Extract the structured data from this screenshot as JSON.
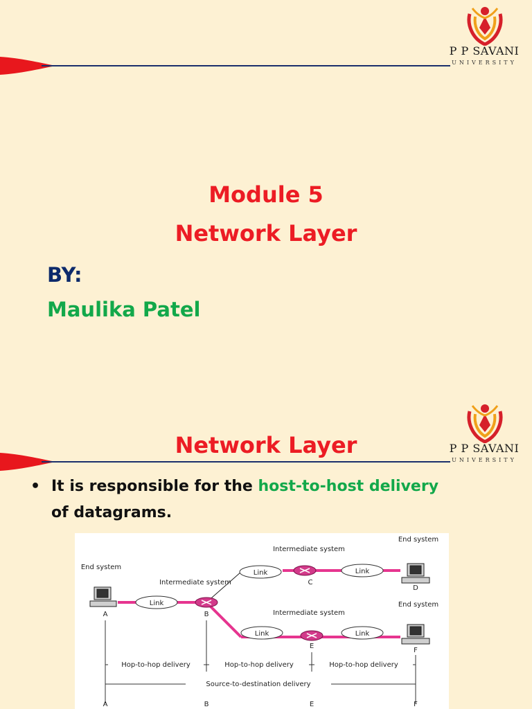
{
  "brand": {
    "name": "P P SAVANI",
    "sub": "UNIVERSITY",
    "swoosh_color": "#e8171d"
  },
  "slide1": {
    "title_line1": "Module 5",
    "title_line2": "Network Layer",
    "by_label": "BY:",
    "author": "Maulika Patel"
  },
  "slide2": {
    "title": "Network Layer",
    "bullet_prefix": "It is responsible for the ",
    "bullet_highlight": "host-to-host delivery",
    "bullet_line2": "of datagrams."
  },
  "diagram": {
    "end_system": "End system",
    "intermediate_system": "Intermediate system",
    "link": "Link",
    "hop": "Hop-to-hop delivery",
    "source_dest": "Source-to-destination delivery",
    "node_A": "A",
    "node_B": "B",
    "node_C": "C",
    "node_D": "D",
    "node_E": "E",
    "node_F": "F",
    "colors": {
      "link_line": "#e6358f",
      "router": "#d23a8a"
    }
  }
}
